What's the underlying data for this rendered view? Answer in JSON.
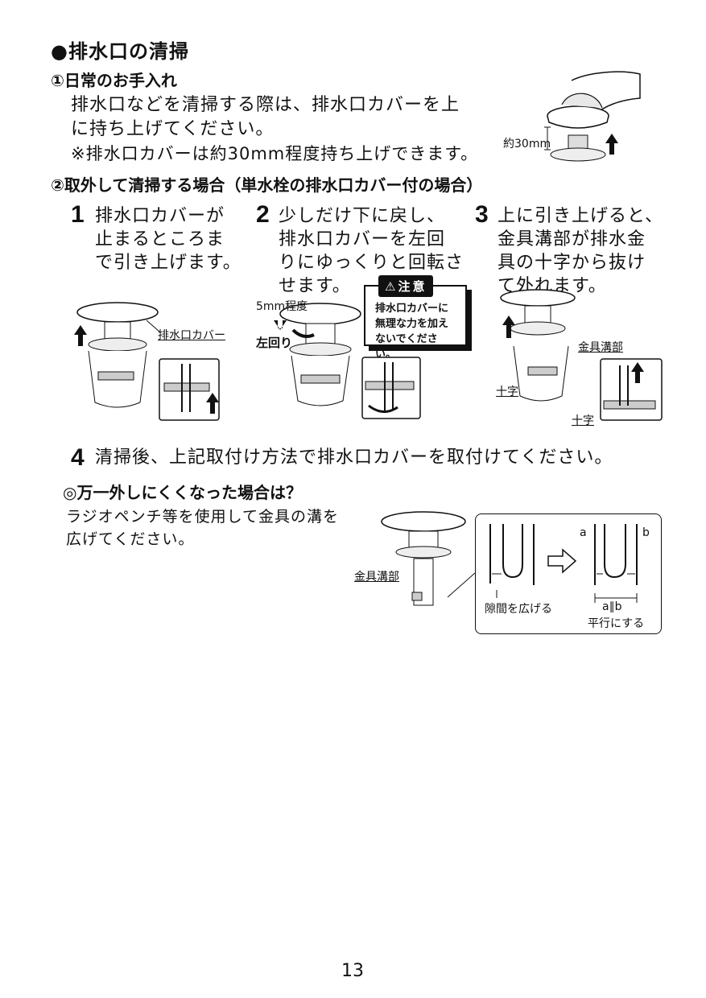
{
  "section": {
    "title": "●排水口の清掃"
  },
  "daily": {
    "heading": "①日常のお手入れ",
    "line1": "排水口などを清掃する際は、排水口カバーを上",
    "line2": "に持ち上げてください。",
    "line3": "※排水口カバーは約30mm程度持ち上げできます。",
    "fig_label": "約30mm"
  },
  "removal": {
    "heading": "②取外して清掃する場合（単水栓の排水口カバー付の場合）",
    "steps": [
      {
        "num": "1",
        "lines": [
          "排水口カバーが",
          "止まるところま",
          "で引き上げます。"
        ]
      },
      {
        "num": "2",
        "lines": [
          "少しだけ下に戻し、",
          "排水口カバーを左回",
          "りにゆっくりと回転さ",
          "せます。"
        ]
      },
      {
        "num": "3",
        "lines": [
          "上に引き上げると、",
          "金具溝部が排水金",
          "具の十字から抜け",
          "て外れます。"
        ]
      }
    ],
    "caution": {
      "title": "⚠注意",
      "lines": [
        "排水口カバーに",
        "無理な力を加え",
        "ないでください。"
      ]
    },
    "fig1_label": "排水口カバー",
    "fig2_label_top": "5mm程度",
    "fig2_label_left": "左回り",
    "fig3_label_groove": "金具溝部",
    "fig3_label_cross": "十字",
    "fig3_label_cross2": "十字",
    "step4": {
      "num": "4",
      "text": "清掃後、上記取付け方法で排水口カバーを取付けてください。"
    }
  },
  "trouble": {
    "heading": "◎万一外しにくくなった場合は？",
    "line1": "ラジオペンチ等を使用して金具の溝を",
    "line2": "広げてください。",
    "fig_label_groove": "金具溝部",
    "fig_label_widen": "隙間を広げる",
    "fig_label_a": "a",
    "fig_label_b": "b",
    "fig_label_ab": "a∥b",
    "fig_label_parallel": "平行にする"
  },
  "footer": {
    "page": "13"
  }
}
